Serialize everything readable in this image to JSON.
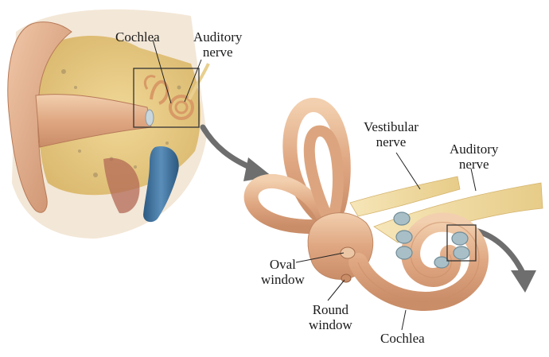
{
  "labels": {
    "cochlea_top": "Cochlea",
    "auditory_nerve_top_line1": "Auditory",
    "auditory_nerve_top_line2": "nerve",
    "vestibular_nerve_line1": "Vestibular",
    "vestibular_nerve_line2": "nerve",
    "auditory_nerve_right_line1": "Auditory",
    "auditory_nerve_right_line2": "nerve",
    "oval_window_line1": "Oval",
    "oval_window_line2": "window",
    "round_window_line1": "Round",
    "round_window_line2": "window",
    "cochlea_bottom": "Cochlea"
  },
  "colors": {
    "skin": "#d9a27e",
    "bone": "#e6c87a",
    "canal": "#e8b894",
    "labyrinth": "#e2b58e",
    "nerve": "#efd9a3",
    "vessel": "#3d6f99",
    "arrow": "#6e6e6e",
    "leader": "#222222"
  }
}
